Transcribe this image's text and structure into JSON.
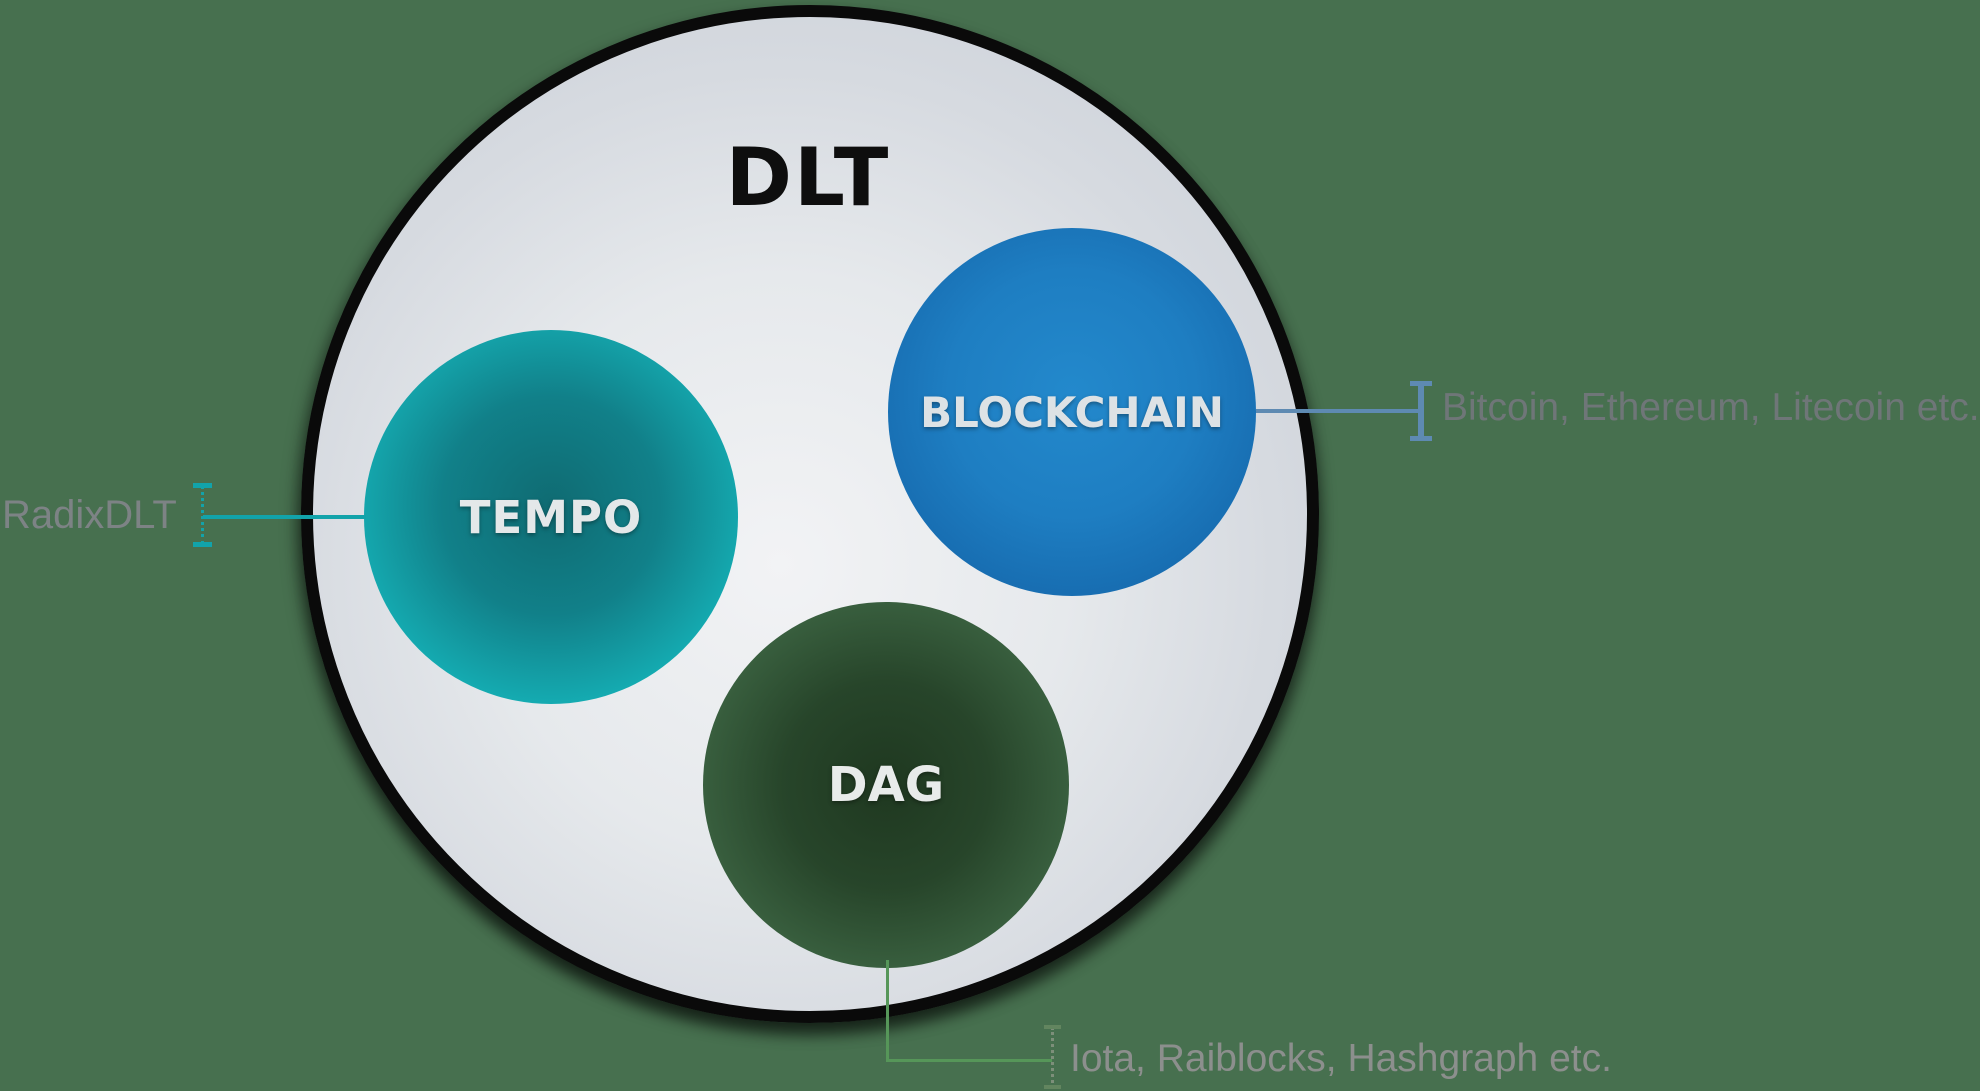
{
  "colors": {
    "background": "#47704f",
    "outer_ring": "#0a0a0a",
    "outer_fill_light_gray": "#e6e9ec",
    "tempo_fill": "#19c8cd",
    "blockchain_fill": "#1e7ec2",
    "dag_fill": "#3a6140",
    "radix_callout": "#12a3aa",
    "blockchain_callout": "#5e8ab2",
    "dag_callout": "#569659",
    "annotation_text": "#7d8385",
    "title_text": "#0e0e0e",
    "node_label_text": "#e4e8e9"
  },
  "diagram": {
    "title": "DLT",
    "nodes": [
      {
        "label": "TEMPO"
      },
      {
        "label": "BLOCKCHAIN"
      },
      {
        "label": "DAG"
      }
    ],
    "callouts": [
      {
        "target": "TEMPO",
        "side": "left",
        "label": "RadixDLT"
      },
      {
        "target": "BLOCKCHAIN",
        "side": "right",
        "label": "Bitcoin, Ethereum, Litecoin etc."
      },
      {
        "target": "DAG",
        "side": "bottom",
        "label": "Iota, Raiblocks, Hashgraph etc."
      }
    ]
  }
}
